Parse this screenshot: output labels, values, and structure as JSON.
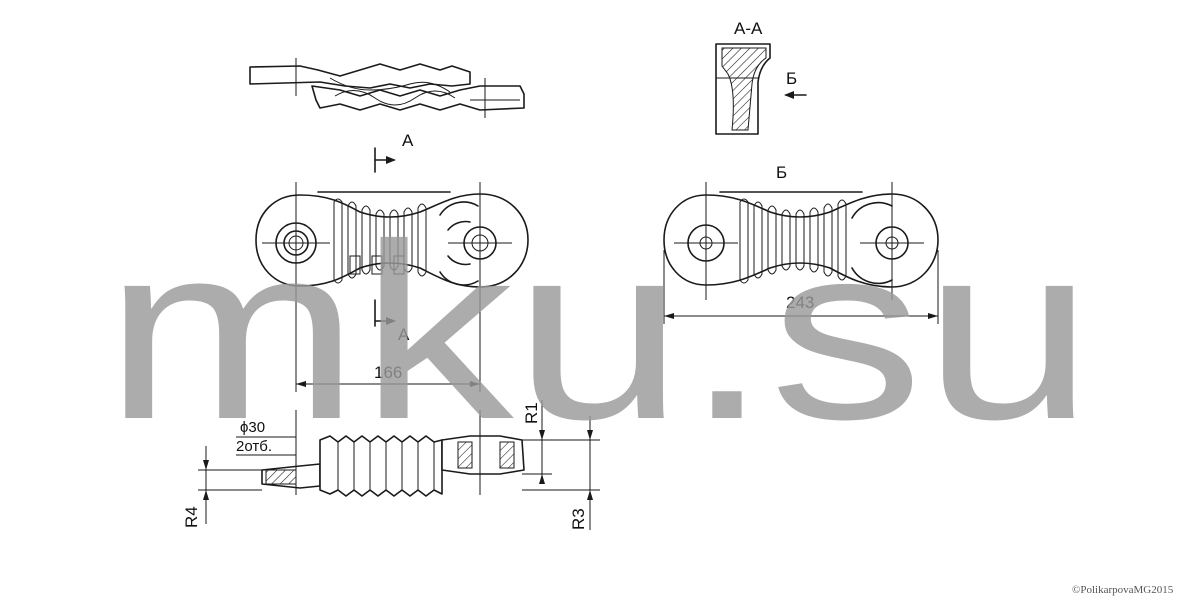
{
  "section_labels": {
    "section_title": "A-A",
    "cut_a_top": "A",
    "cut_a_bottom": "A",
    "view_b_arrow": "Б",
    "view_b_title": "Б"
  },
  "dimensions": {
    "length_left": "166",
    "length_right": "243",
    "hole_diameter": "ϕ30",
    "hole_count": "2отб.",
    "radius_1": "R1",
    "radius_3": "R3",
    "radius_4": "R4"
  },
  "watermark": "mku.su",
  "copyright": "©PolikarpovaMG2015",
  "colors": {
    "line": "#1a1a1a",
    "watermark": "#9a9a9a",
    "background": "#ffffff"
  }
}
